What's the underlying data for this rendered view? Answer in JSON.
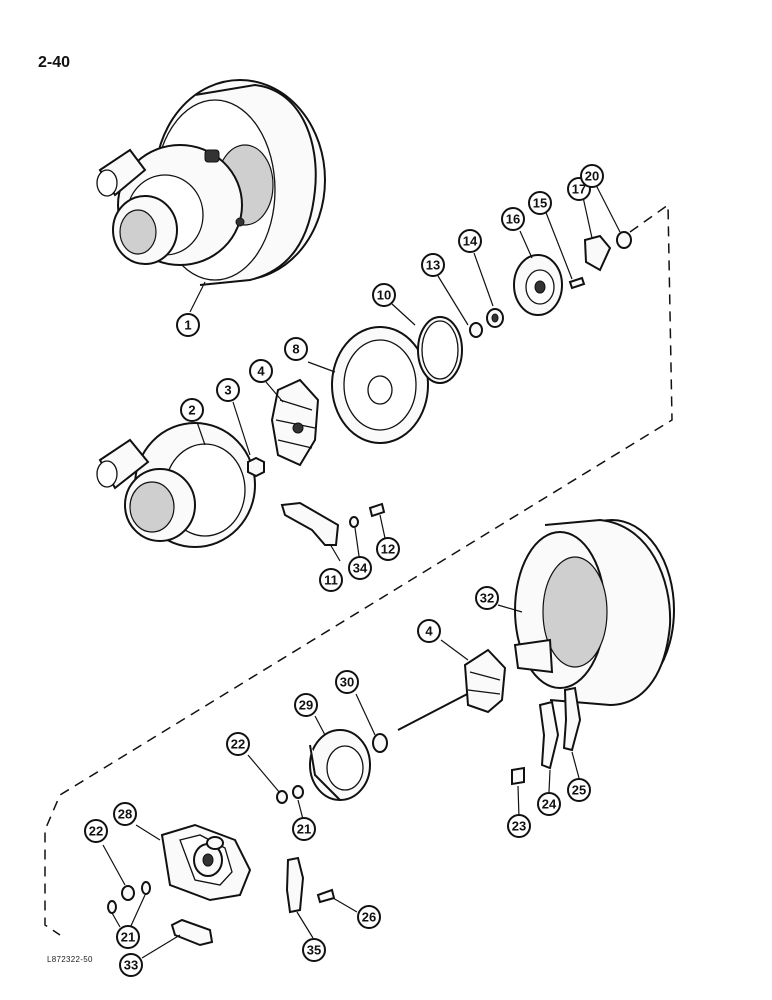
{
  "page": {
    "number": "2-40",
    "figure_code": "L872322-50"
  },
  "callouts": {
    "c1": "1",
    "c2": "2",
    "c3": "3",
    "c4a": "4",
    "c8": "8",
    "c10": "10",
    "c11": "11",
    "c12": "12",
    "c13": "13",
    "c14": "14",
    "c15": "15",
    "c16": "16",
    "c17": "17",
    "c20": "20",
    "c34": "34",
    "c32": "32",
    "c4b": "4",
    "c30": "30",
    "c29": "29",
    "c22a": "22",
    "c21a": "21",
    "c28": "28",
    "c22b": "22",
    "c21b": "21",
    "c33": "33",
    "c35": "35",
    "c26": "26",
    "c23": "23",
    "c24": "24",
    "c25": "25"
  },
  "icons": {
    "turbocharger": "turbocharger-assembly-icon",
    "compressor_housing": "compressor-housing-icon",
    "turbine_housing": "turbine-housing-icon",
    "bearing_housing": "bearing-housing-icon"
  }
}
